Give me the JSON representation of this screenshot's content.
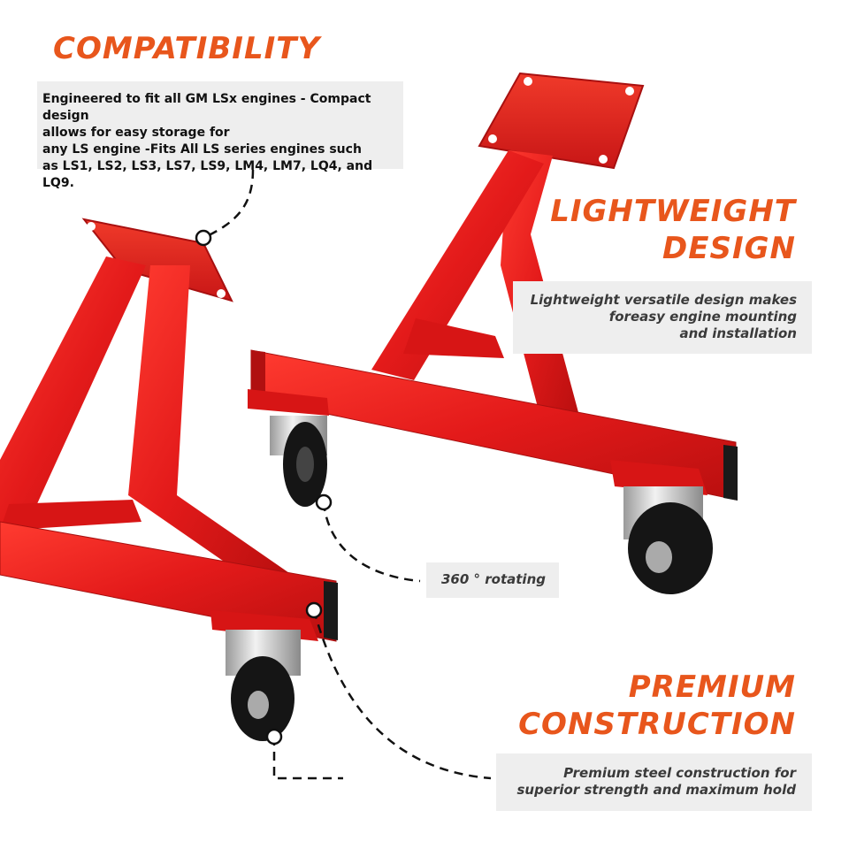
{
  "compatibility": {
    "heading": "COMPATIBILITY",
    "lines": [
      "Engineered to fit all GM LSx engines - Compact design",
      "allows for easy storage for",
      "any LS engine -Fits All LS series engines such",
      "as LS1, LS2, LS3, LS7, LS9, LM4, LM7, LQ4, and LQ9."
    ]
  },
  "lightweight": {
    "heading_line1": "LIGHTWEIGHT",
    "heading_line2": "DESIGN",
    "lines": [
      "Lightweight versatile design makes",
      "foreasy engine mounting",
      "and installation"
    ]
  },
  "rotating": {
    "label": "360 ° rotating"
  },
  "premium": {
    "heading_line1": "PREMIUM",
    "heading_line2": "CONSTRUCTION",
    "lines": [
      "Premium steel construction for",
      "superior strength and maximum hold"
    ]
  },
  "colors": {
    "accent": "#e8561c",
    "frame": "#e31a1a",
    "caption_bg": "#eeeeee"
  }
}
